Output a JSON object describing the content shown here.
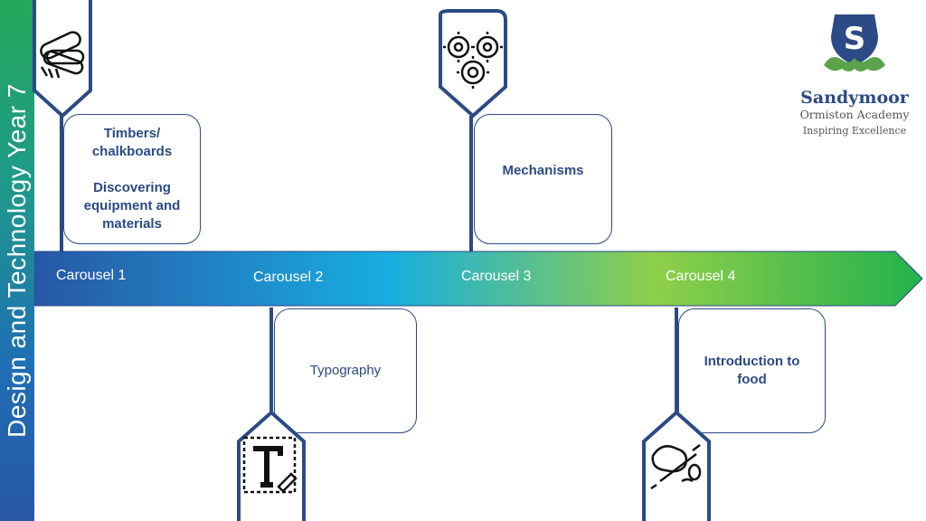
{
  "side_title": "Design and Technology Year 7",
  "carousels": [
    {
      "label": "Carousel 1"
    },
    {
      "label": "Carousel 2"
    },
    {
      "label": "Carousel 3"
    },
    {
      "label": "Carousel 4"
    }
  ],
  "cards": {
    "c1_line1": "Timbers/",
    "c1_line2": "chalkboards",
    "c1_line3": "Discovering",
    "c1_line4": "equipment and",
    "c1_line5": "materials",
    "c2": "Typography",
    "c3": "Mechanisms",
    "c4_line1": "Introduction to",
    "c4_line2": "food"
  },
  "logo": {
    "name": "Sandymoor",
    "sub": "Ormiston Academy",
    "tagline": "Inspiring Excellence",
    "letter": "S"
  },
  "colors": {
    "navy": "#2b4a86",
    "arrow_start": "#2857a6",
    "arrow_mid": "#18aee0",
    "arrow_end": "#22b24c"
  },
  "icons": {
    "c1": "timber-planks-icon",
    "c2": "typography-icon",
    "c3": "gears-icon",
    "c4": "food-rolling-pin-icon"
  }
}
